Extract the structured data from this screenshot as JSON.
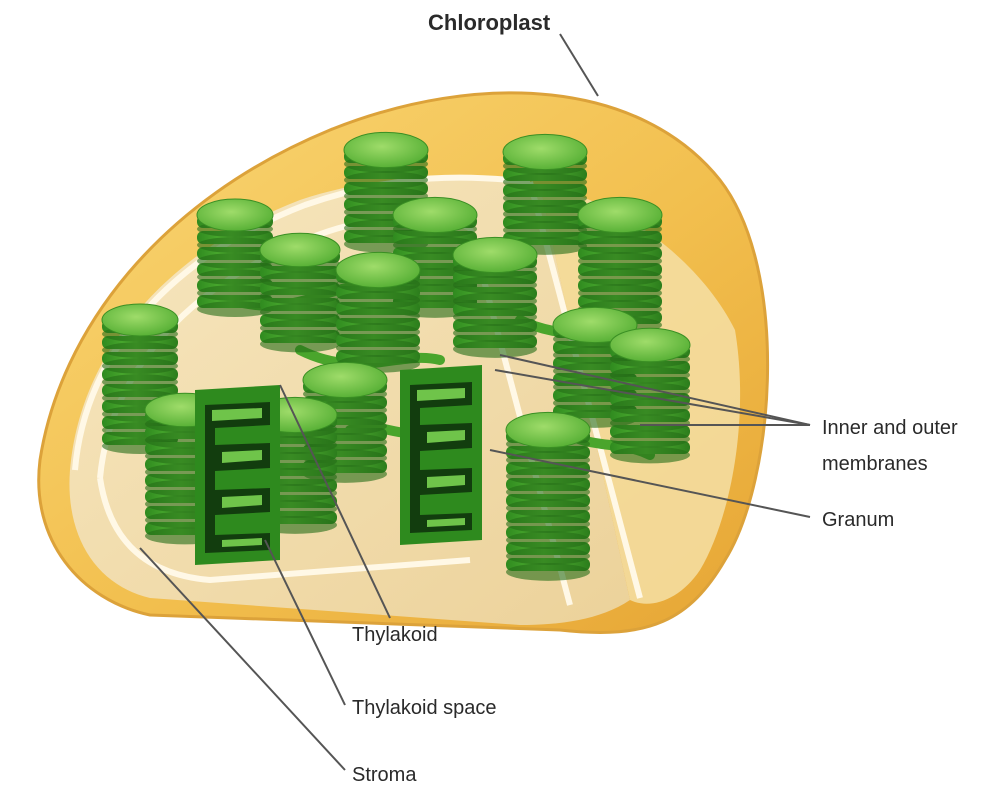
{
  "title": "Chloroplast",
  "labels": {
    "membranes": "Inner and outer membranes",
    "membranes_line1": "Inner and outer",
    "membranes_line2": "membranes",
    "granum": "Granum",
    "thylakoid": "Thylakoid",
    "thylakoid_space": "Thylakoid space",
    "stroma": "Stroma"
  },
  "colors": {
    "outer_membrane": "#f2bf4e",
    "stroma": "#f4e2b8",
    "membrane_line": "#fff8e6",
    "thylakoid_green": "#3ea22a",
    "thylakoid_dark": "#1f5f16",
    "thylakoid_light": "#8ed35a",
    "leader_line": "#555555"
  }
}
